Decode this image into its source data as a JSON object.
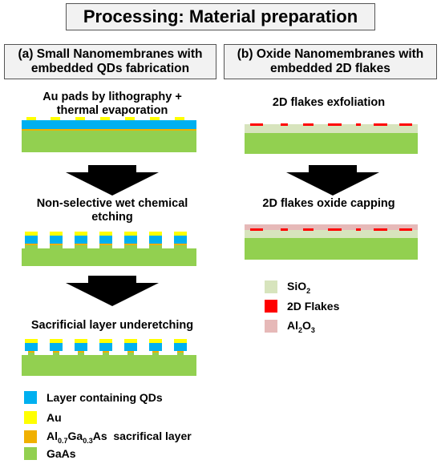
{
  "title": "Processing: Material preparation",
  "panel_a": {
    "header_line1": "(a) Small Nanomembranes with",
    "header_line2": "embedded QDs fabrication",
    "step1_line1": "Au pads by lithography +",
    "step1_line2": "thermal evaporation",
    "step2_line1": "Non-selective wet chemical",
    "step2_line2": "etching",
    "step3": "Sacrificial layer underetching"
  },
  "panel_b": {
    "header_line1": "(b) Oxide Nanomembranes with",
    "header_line2": "embedded 2D flakes",
    "step1": "2D flakes exfoliation",
    "step2": "2D flakes oxide capping"
  },
  "legend_a": {
    "qd_layer": "Layer containing QDs",
    "au": "Au",
    "algaas_al": "Al",
    "algaas_x": "0.7",
    "algaas_ga": "Ga",
    "algaas_y": "0.3",
    "algaas_rest": "As  sacrifical layer",
    "gaas": "GaAs"
  },
  "legend_b": {
    "sio2_base": "SiO",
    "sio2_sub": "2",
    "flakes": "2D Flakes",
    "al2o3_a": "Al",
    "al2o3_a_sub": "2",
    "al2o3_b": "O",
    "al2o3_b_sub": "3"
  },
  "colors": {
    "gaas": "#92d050",
    "qd_layer": "#00b0f0",
    "au": "#ffff00",
    "algaas": "#f0b000",
    "sio2": "#d7e4bd",
    "flakes": "#ff0000",
    "al2o3": "#e6b9b8"
  }
}
